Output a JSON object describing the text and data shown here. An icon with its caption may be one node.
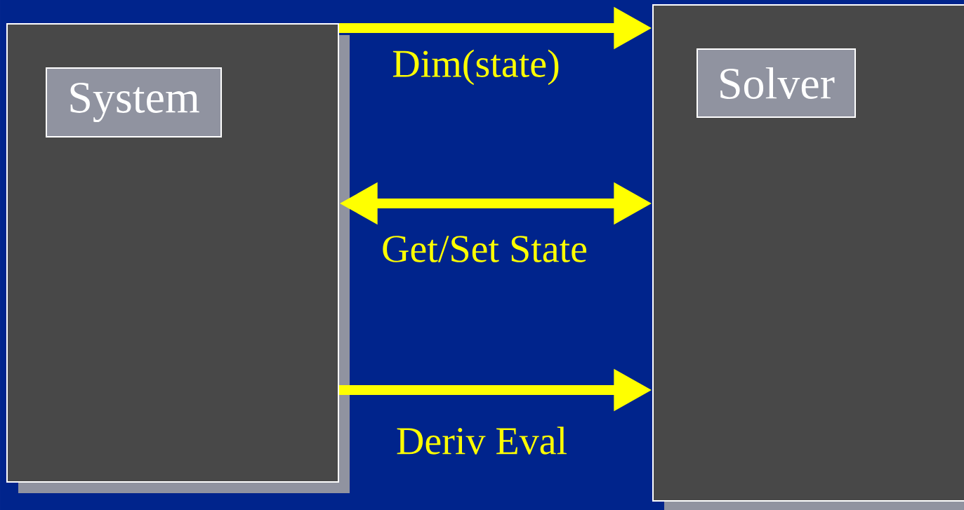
{
  "diagram": {
    "nodes": [
      {
        "text": [
          "System"
        ]
      },
      {
        "text": [
          "Solver"
        ]
      }
    ],
    "edges": [
      {
        "from": 0,
        "to": 1,
        "arrow": "to",
        "label": "Dim(state)"
      },
      {
        "from": 0,
        "to": 1,
        "arrow": "both",
        "label": "Get/Set State"
      },
      {
        "from": 0,
        "to": 1,
        "arrow": "to",
        "label": "Deriv Eval"
      }
    ]
  }
}
